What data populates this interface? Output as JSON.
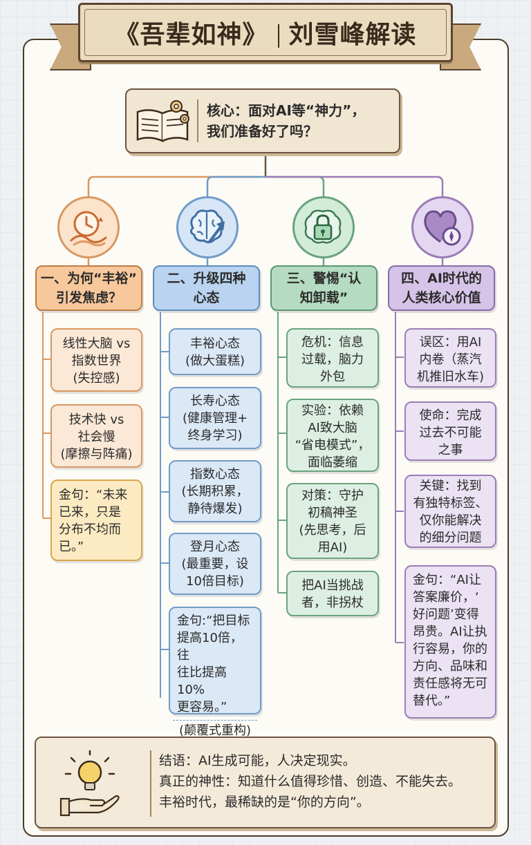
{
  "title": {
    "left": "《吾辈如神》",
    "right": "刘雪峰解读"
  },
  "core": {
    "line1": "核心：面对AI等“神力”，",
    "line2": "我们准备好了吗？"
  },
  "columns": [
    {
      "header": [
        "一、为何“丰裕”",
        "引发焦虑？"
      ],
      "cards": [
        {
          "lines": [
            "线性大脑 vs",
            "指数世界",
            "(失控感)"
          ]
        },
        {
          "lines": [
            "技术快 vs",
            "社会慢",
            "(摩擦与阵痛)"
          ]
        },
        {
          "lines": [
            "金句：“未来",
            "已来，只是",
            "分布不均而",
            "已。”"
          ]
        }
      ]
    },
    {
      "header": [
        "二、升级四种",
        "心态"
      ],
      "cards": [
        {
          "lines": [
            "丰裕心态",
            "(做大蛋糕)"
          ]
        },
        {
          "lines": [
            "长寿心态",
            "(健康管理+",
            "终身学习)"
          ]
        },
        {
          "lines": [
            "指数心态",
            "(长期积累，",
            "静待爆发)"
          ]
        },
        {
          "lines": [
            "登月心态",
            "(最重要，设",
            "10倍目标)"
          ]
        },
        {
          "lines": [
            "金句:“把目标",
            "提高10倍，往",
            "往比提高10%",
            "更容易。”"
          ],
          "footer": "(颠覆式重构)"
        }
      ]
    },
    {
      "header": [
        "三、警惕“认",
        "知卸载”"
      ],
      "cards": [
        {
          "lines": [
            "危机：信息",
            "过载，脑力",
            "外包"
          ]
        },
        {
          "lines": [
            "实验：依赖",
            "AI致大脑",
            "“省电模式”，",
            "面临萎缩"
          ]
        },
        {
          "lines": [
            "对策：守护",
            "初稿神圣",
            "(先思考，后",
            "用AI)"
          ]
        },
        {
          "lines": [
            "把AI当挑战",
            "者，非拐杖"
          ]
        }
      ]
    },
    {
      "header": [
        "四、AI时代的",
        "人类核心价值"
      ],
      "cards": [
        {
          "lines": [
            "误区：用AI",
            "内卷（蒸汽",
            "机推旧水车)"
          ]
        },
        {
          "lines": [
            "使命：完成",
            "过去不可能",
            "之事"
          ]
        },
        {
          "lines": [
            "关键：找到",
            "有独特标签、",
            "仅你能解决",
            "的细分问题"
          ]
        },
        {
          "lines": [
            "金句：“AI让",
            "答案廉价，‘",
            "好问题’变得",
            "昂贵。AI让执",
            "行容易，你的",
            "方向、品味和",
            "责任感将无可",
            "替代。”"
          ]
        }
      ]
    }
  ],
  "conclusion": [
    "结语：AI生成可能，人决定现实。",
    "真正的神性：知道什么值得珍惜、创造、不能失去。",
    "丰裕时代，最稀缺的是“你的方向”。"
  ],
  "icons": [
    "book-gear-icon",
    "clock-wave-icon",
    "brain-arrow-icon",
    "lock-brain-icon",
    "heart-compass-icon",
    "lightbulb-hand-icon"
  ],
  "colors": {
    "orange": "#d89862",
    "blue": "#6f9bc8",
    "green": "#6aa37e",
    "purple": "#9b7cb6",
    "brown": "#6b5440"
  }
}
